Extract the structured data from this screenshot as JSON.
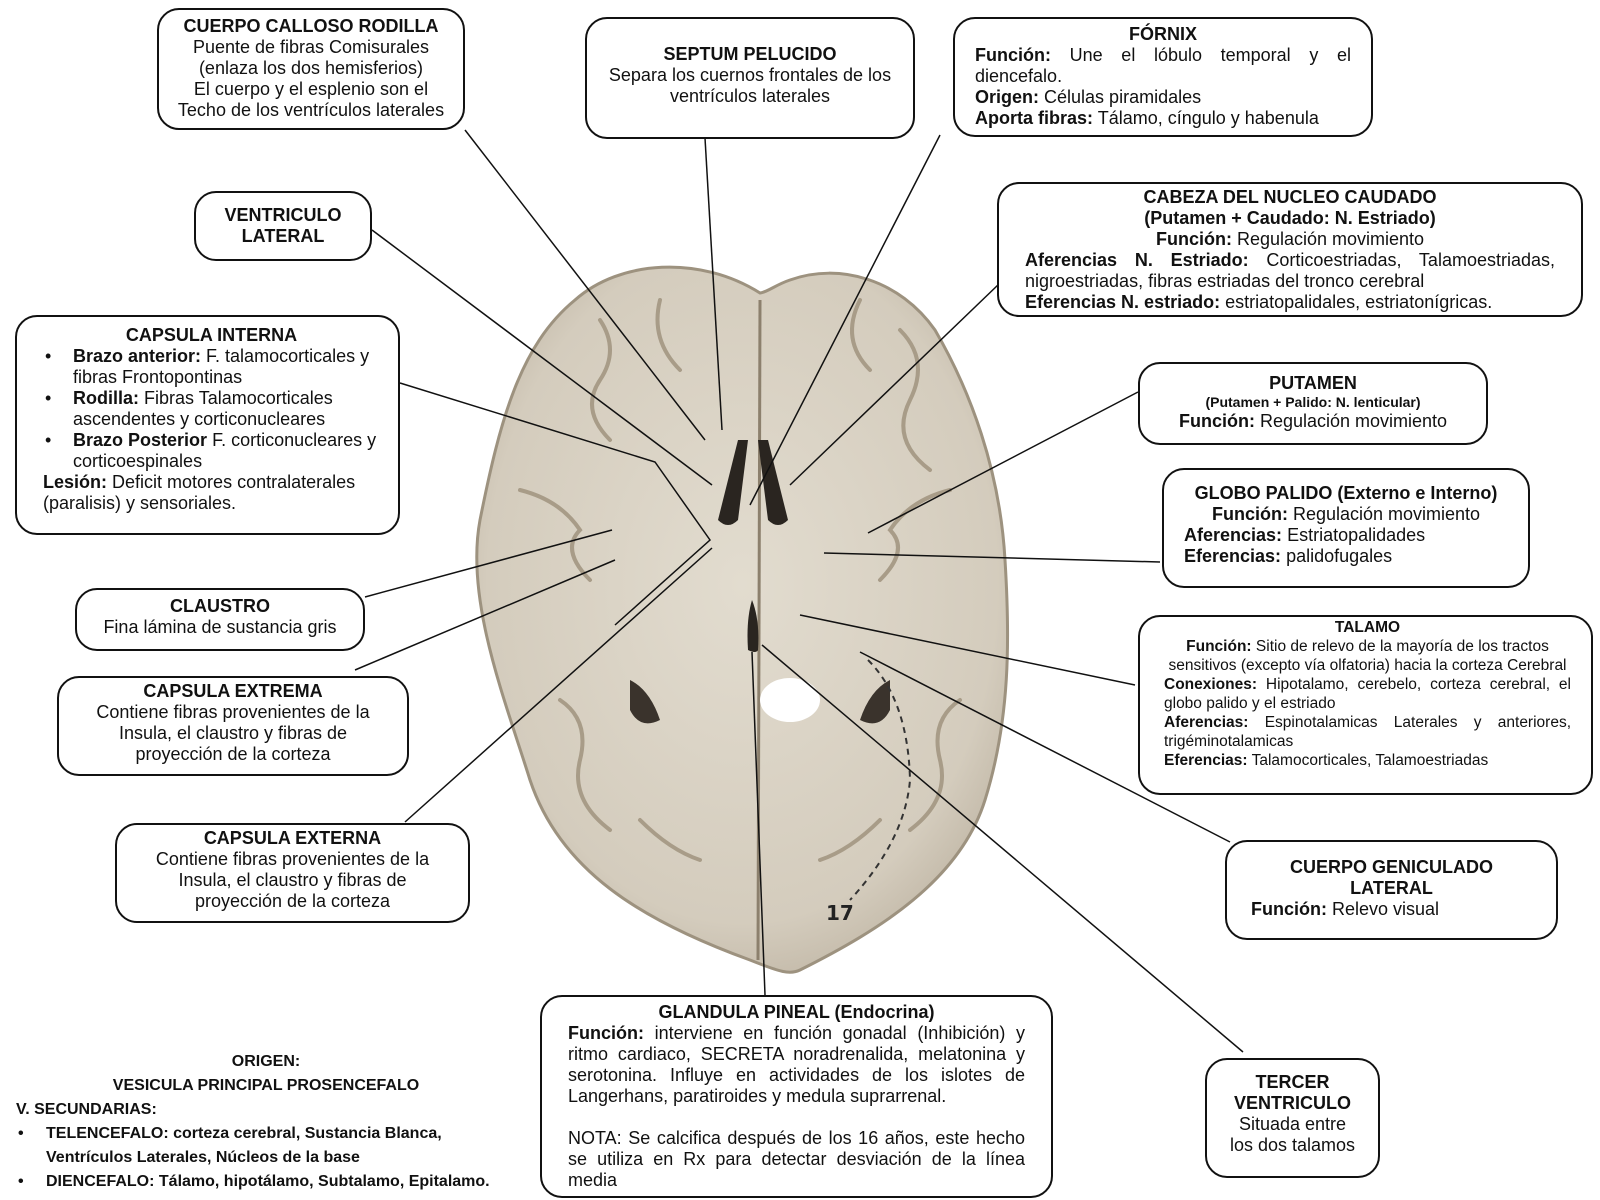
{
  "cuerpo_calloso": {
    "title": "CUERPO CALLOSO RODILLA",
    "lines": [
      "Puente de fibras Comisurales",
      "(enlaza los dos hemisferios)",
      "El cuerpo y el esplenio son el",
      "Techo de los ventrículos laterales"
    ]
  },
  "septum": {
    "title": "SEPTUM PELUCIDO",
    "text": "Separa los cuernos frontales de los ventrículos laterales"
  },
  "fornix": {
    "title": "FÓRNIX",
    "funcion_label": "Función:",
    "funcion": "Une el lóbulo temporal y el diencefalo.",
    "origen_label": "Origen:",
    "origen": "Células piramidales",
    "aporta_label": "Aporta fibras:",
    "aporta": "Tálamo, cíngulo y habenula"
  },
  "ventriculo_lateral": {
    "line1": "VENTRICULO",
    "line2": "LATERAL"
  },
  "caudado": {
    "title": "CABEZA DEL NUCLEO CAUDADO",
    "subtitle": "(Putamen + Caudado: N. Estriado)",
    "funcion_label": "Función:",
    "funcion": "Regulación movimiento",
    "aferencias_label": "Aferencias N. Estriado:",
    "aferencias": "Corticoestriadas, Talamoestriadas, nigroestriadas, fibras estriadas del tronco cerebral",
    "eferencias_label": "Eferencias N. estriado:",
    "eferencias": "estriatopalidales, estriatonígricas."
  },
  "capsula_interna": {
    "title": "CAPSULA INTERNA",
    "items": [
      {
        "label": "Brazo anterior:",
        "text": "F. talamocorticales y fibras Frontopontinas"
      },
      {
        "label": "Rodilla:",
        "text": "Fibras Talamocorticales ascendentes y corticonucleares"
      },
      {
        "label": "Brazo Posterior",
        "text": "F. corticonucleares y corticoespinales"
      }
    ],
    "lesion_label": "Lesión:",
    "lesion": "Deficit motores contralaterales (paralisis) y sensoriales."
  },
  "putamen": {
    "title": "PUTAMEN",
    "subtitle": "(Putamen + Palido: N. lenticular)",
    "funcion_label": "Función:",
    "funcion": "Regulación movimiento"
  },
  "globo_palido": {
    "title": "GLOBO PALIDO (Externo e Interno)",
    "funcion_label": "Función:",
    "funcion": "Regulación movimiento",
    "aferencias_label": "Aferencias:",
    "aferencias": "Estriatopalidades",
    "eferencias_label": "Eferencias:",
    "eferencias": "palidofugales"
  },
  "claustro": {
    "title": "CLAUSTRO",
    "text": "Fina lámina de sustancia gris"
  },
  "talamo": {
    "title": "TALAMO",
    "funcion_label": "Función:",
    "funcion": "Sitio de relevo de la mayoría de los tractos sensitivos (excepto vía olfatoria) hacia la corteza Cerebral",
    "conexiones_label": "Conexiones:",
    "conexiones": "Hipotalamo, cerebelo, corteza cerebral, el globo palido y el estriado",
    "aferencias_label": "Aferencias:",
    "aferencias": "Espinotalamicas Laterales y anteriores, trigéminotalamicas",
    "eferencias_label": "Eferencias:",
    "eferencias": "Talamocorticales, Talamoestriadas"
  },
  "capsula_extrema": {
    "title": "CAPSULA EXTREMA",
    "lines": [
      "Contiene fibras provenientes de la",
      "Insula, el claustro y fibras de",
      "proyección de la corteza"
    ]
  },
  "capsula_externa": {
    "title": "CAPSULA EXTERNA",
    "lines": [
      "Contiene fibras provenientes de la",
      "Insula, el claustro y fibras de",
      "proyección de la corteza"
    ]
  },
  "geniculado": {
    "line1": "CUERPO GENICULADO",
    "line2": "LATERAL",
    "funcion_label": "Función:",
    "funcion": "Relevo visual"
  },
  "pineal": {
    "title": "GLANDULA PINEAL (Endocrina)",
    "funcion_label": "Función:",
    "funcion": "interviene en función gonadal (Inhibición) y ritmo cardiaco, SECRETA noradrenalida, melatonina y serotonina. Influye en actividades de los islotes de Langerhans, paratiroides y medula suprarrenal.",
    "nota": "NOTA: Se calcifica después de los 16 años, este hecho se utiliza en Rx para detectar desviación de la línea media"
  },
  "tercer_ventriculo": {
    "line1": "TERCER",
    "line2": "VENTRICULO",
    "line3": "Situada entre",
    "line4": "los dos talamos"
  },
  "origen": {
    "title1": "ORIGEN:",
    "title2": "VESICULA PRINCIPAL PROSENCEFALO",
    "secundarias": "V. SECUNDARIAS:",
    "items": [
      "TELENCEFALO: corteza cerebral, Sustancia Blanca, Ventrículos Laterales, Núcleos de la base",
      "DIENCEFALO: Tálamo, hipotálamo, Subtalamo, Epitalamo."
    ]
  },
  "page_number": "17",
  "colors": {
    "brain": "#d6cfc2",
    "brain_shadow": "#a99e8d",
    "ventricle": "#2a2520",
    "line": "#111111"
  }
}
